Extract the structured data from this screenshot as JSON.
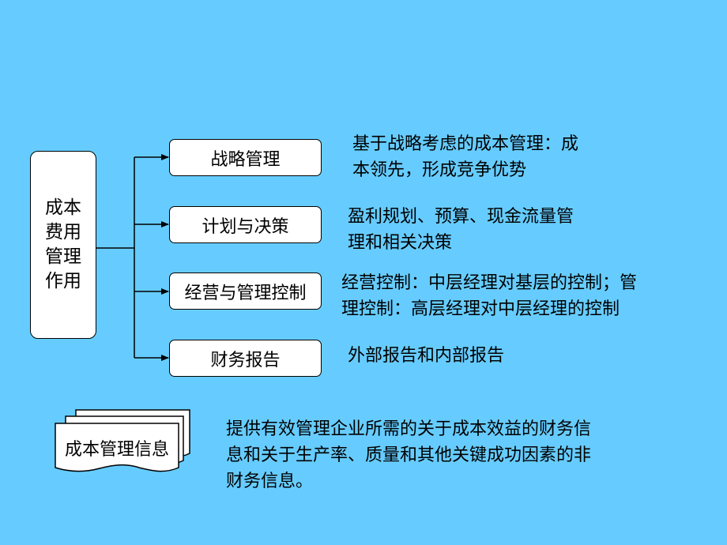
{
  "root": {
    "label": "成本费用管理作用"
  },
  "branches": [
    {
      "label": "战略管理",
      "description_lines": [
        "基于战略考虑的成本管理：成",
        "本领先，形成竞争优势"
      ]
    },
    {
      "label": "计划与决策",
      "description_lines": [
        "盈利规划、预算、现金流量管",
        "理和相关决策"
      ]
    },
    {
      "label": "经营与管理控制",
      "description_lines": [
        "经营控制：中层经理对基层的控制；管",
        "理控制：高层经理对中层经理的控制"
      ]
    },
    {
      "label": "财务报告",
      "description_lines": [
        "外部报告和内部报告"
      ]
    }
  ],
  "info": {
    "doc_label": "成本管理信息",
    "description_lines": [
      "提供有效管理企业所需的关于成本效益的财务信",
      "息和关于生产率、质量和其他关键成功因素的非",
      "财务信息。"
    ]
  },
  "colors": {
    "background": "#66ccff",
    "box_fill": "#ffffff",
    "stroke": "#000000"
  }
}
